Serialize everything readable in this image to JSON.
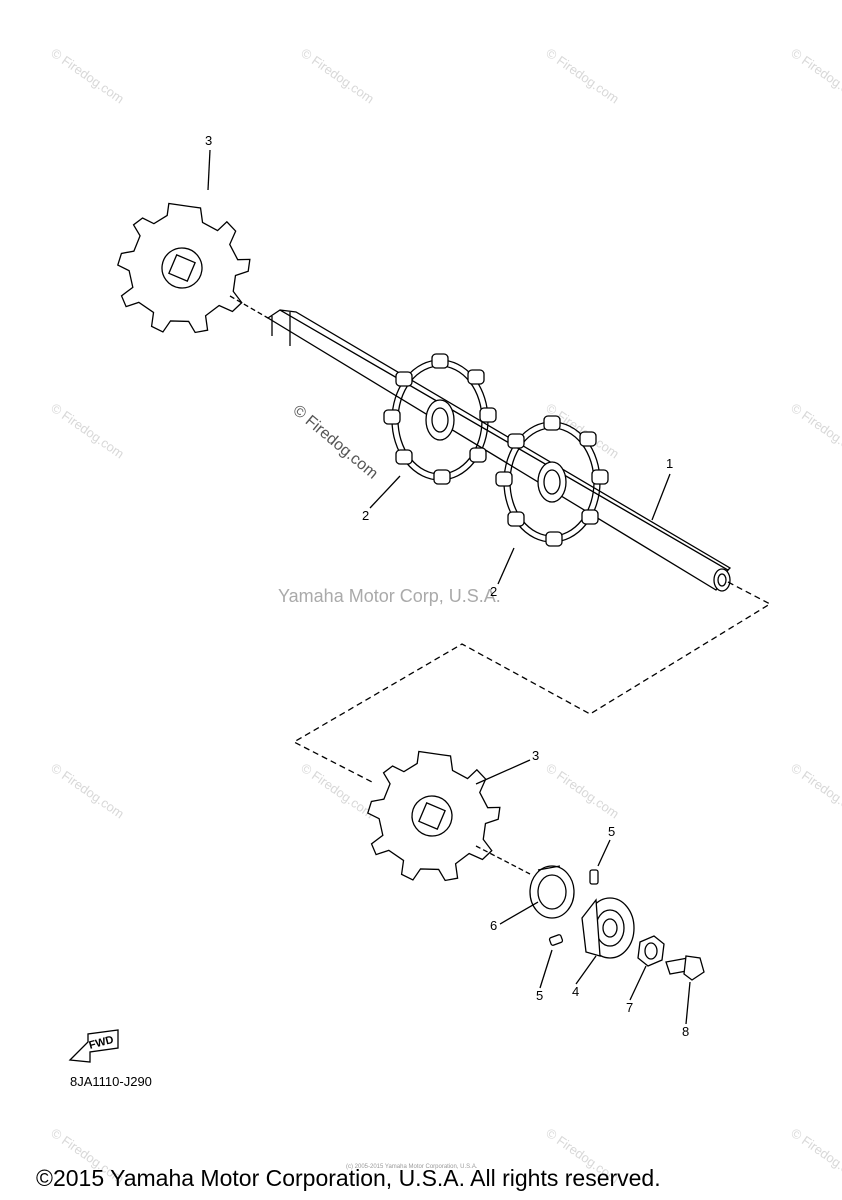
{
  "watermarks": {
    "tile_text": "© Firedog.com",
    "center_text": "Yamaha Motor Corp, U.S.A.",
    "diagonal_text": "© Firedog.com",
    "tiny_text": "(c) 2005-2015 Yamaha Motor Corporation, U.S.A."
  },
  "callouts": {
    "c1": "1",
    "c2_left": "2",
    "c2_right": "2",
    "c3_top": "3",
    "c3_bottom": "3",
    "c4": "4",
    "c5_top": "5",
    "c5_bottom": "5",
    "c6": "6",
    "c7": "7",
    "c8": "8"
  },
  "fwd_label": "FWD",
  "part_code": "8JA1110-J290",
  "copyright": "©2015 Yamaha Motor Corporation, U.S.A. All rights reserved."
}
